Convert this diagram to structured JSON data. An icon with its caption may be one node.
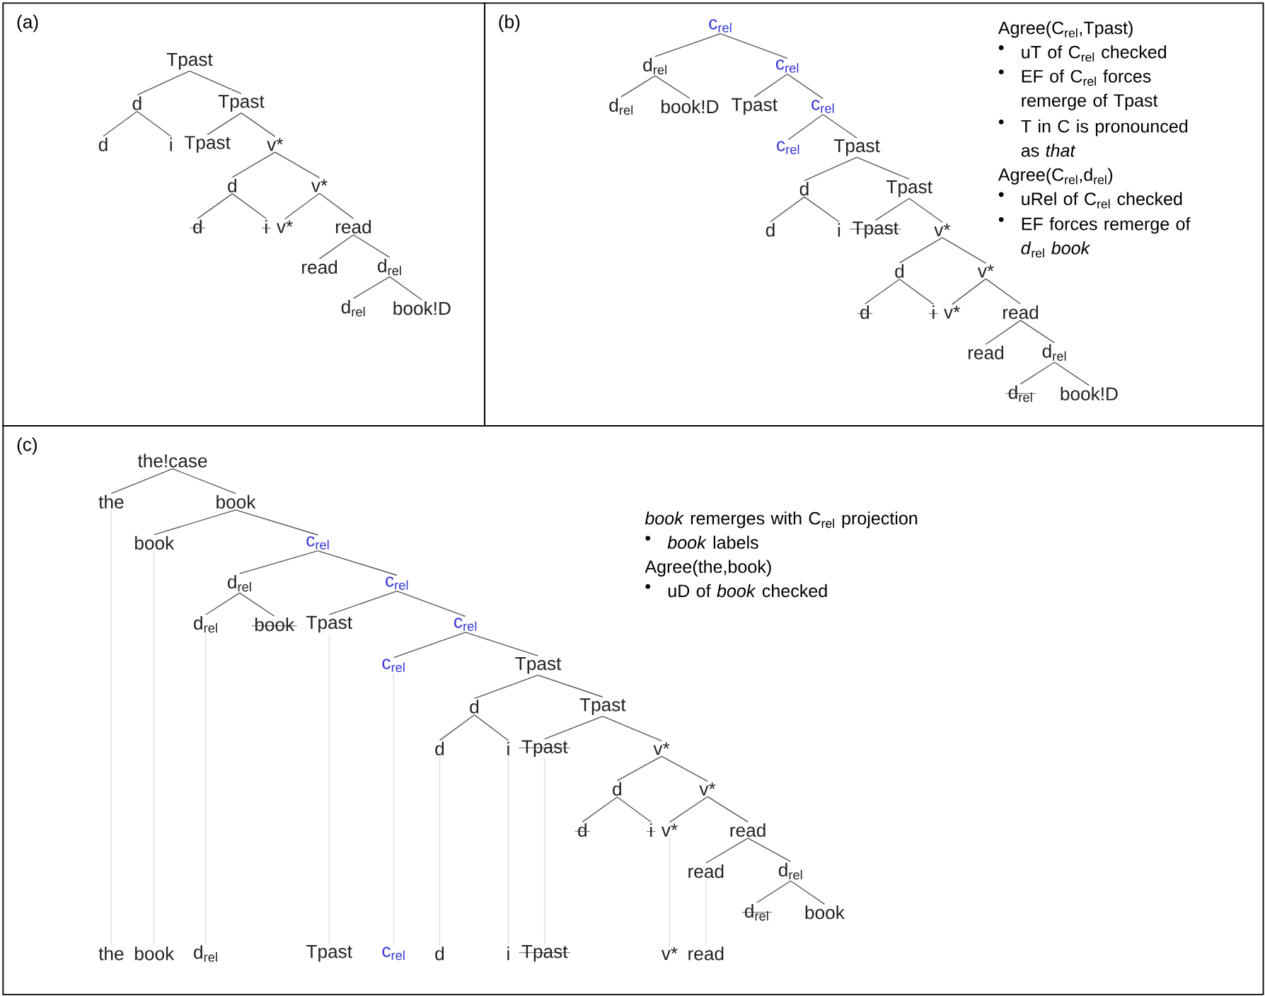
{
  "diagram": {
    "nodes": [
      {
        "text": [
          "(a)"
        ]
      },
      {
        "text": [
          "Tpast"
        ],
        "in": 0
      },
      {
        "text": [
          "d"
        ],
        "in": 0
      },
      {
        "text": [
          "Tpast"
        ],
        "in": 0
      },
      {
        "text": [
          "d"
        ],
        "in": 0
      },
      {
        "text": [
          "i"
        ],
        "in": 0
      },
      {
        "text": [
          "Tpast"
        ],
        "in": 0
      },
      {
        "text": [
          "v*"
        ],
        "in": 0
      },
      {
        "text": [
          "d"
        ],
        "in": 0
      },
      {
        "text": [
          "v*"
        ],
        "in": 0
      },
      {
        "text": [
          "d"
        ],
        "in": 0
      },
      {
        "text": [
          "i"
        ],
        "in": 0
      },
      {
        "text": [
          "v*"
        ],
        "in": 0
      },
      {
        "text": [
          "read"
        ],
        "in": 0
      },
      {
        "text": [
          "read"
        ],
        "in": 0
      },
      {
        "text": [
          "d$_{rel}$"
        ],
        "in": 0
      },
      {
        "text": [
          "d$_{rel}$"
        ],
        "in": 0
      },
      {
        "text": [
          "book!D"
        ],
        "in": 0
      },
      {
        "text": [
          "(b)"
        ]
      },
      {
        "text": [
          "c$_{rel}$"
        ],
        "in": 18
      },
      {
        "text": [
          "d$_{rel}$"
        ],
        "in": 18
      },
      {
        "text": [
          "c$_{rel}$"
        ],
        "in": 18
      },
      {
        "text": [
          "d$_{rel}$"
        ],
        "in": 18
      },
      {
        "text": [
          "book!D"
        ],
        "in": 18
      },
      {
        "text": [
          "Tpast"
        ],
        "in": 18
      },
      {
        "text": [
          "c$_{rel}$"
        ],
        "in": 18
      },
      {
        "text": [
          "c$_{rel}$"
        ],
        "in": 18
      },
      {
        "text": [
          "Tpast"
        ],
        "in": 18
      },
      {
        "text": [
          "d"
        ],
        "in": 18
      },
      {
        "text": [
          "Tpast"
        ],
        "in": 18
      },
      {
        "text": [
          "d"
        ],
        "in": 18
      },
      {
        "text": [
          "i"
        ],
        "in": 18
      },
      {
        "text": [
          "Tpast"
        ],
        "in": 18
      },
      {
        "text": [
          "v*"
        ],
        "in": 18
      },
      {
        "text": [
          "d"
        ],
        "in": 18
      },
      {
        "text": [
          "v*"
        ],
        "in": 18
      },
      {
        "text": [
          "d"
        ],
        "in": 18
      },
      {
        "text": [
          "i"
        ],
        "in": 18
      },
      {
        "text": [
          "v*"
        ],
        "in": 18
      },
      {
        "text": [
          "read"
        ],
        "in": 18
      },
      {
        "text": [
          "read"
        ],
        "in": 18
      },
      {
        "text": [
          "d$_{rel}$"
        ],
        "in": 18
      },
      {
        "text": [
          "d$_{rel}$"
        ],
        "in": 18
      },
      {
        "text": [
          "book!D"
        ],
        "in": 18
      },
      {
        "text": [
          "(c)"
        ]
      },
      {
        "text": [
          "the!case"
        ],
        "in": 44
      },
      {
        "text": [
          "the"
        ],
        "in": 44
      },
      {
        "text": [
          "book"
        ],
        "in": 44
      },
      {
        "text": [
          "book"
        ],
        "in": 44
      },
      {
        "text": [
          "c$_{rel}$"
        ],
        "in": 44
      },
      {
        "text": [
          "d$_{rel}$"
        ],
        "in": 44
      },
      {
        "text": [
          "c$_{rel}$"
        ],
        "in": 44
      },
      {
        "text": [
          "d$_{rel}$"
        ],
        "in": 44
      },
      {
        "text": [
          "book"
        ],
        "in": 44
      },
      {
        "text": [
          "Tpast"
        ],
        "in": 44
      },
      {
        "text": [
          "c$_{rel}$"
        ],
        "in": 44
      },
      {
        "text": [
          "c$_{rel}$"
        ],
        "in": 44
      },
      {
        "text": [
          "Tpast"
        ],
        "in": 44
      },
      {
        "text": [
          "d"
        ],
        "in": 44
      },
      {
        "text": [
          "Tpast"
        ],
        "in": 44
      },
      {
        "text": [
          "d"
        ],
        "in": 44
      },
      {
        "text": [
          "i"
        ],
        "in": 44
      },
      {
        "text": [
          "Tpast"
        ],
        "in": 44
      },
      {
        "text": [
          "v*"
        ],
        "in": 44
      },
      {
        "text": [
          "d"
        ],
        "in": 44
      },
      {
        "text": [
          "v*"
        ],
        "in": 44
      },
      {
        "text": [
          "d"
        ],
        "in": 44
      },
      {
        "text": [
          "i"
        ],
        "in": 44
      },
      {
        "text": [
          "v*"
        ],
        "in": 44
      },
      {
        "text": [
          "read"
        ],
        "in": 44
      },
      {
        "text": [
          "read"
        ],
        "in": 44
      },
      {
        "text": [
          "d$_{rel}$"
        ],
        "in": 44
      },
      {
        "text": [
          "d$_{rel}$"
        ],
        "in": 44
      },
      {
        "text": [
          "book"
        ],
        "in": 44
      },
      {
        "text": [
          "the"
        ],
        "in": 44
      },
      {
        "text": [
          "book"
        ],
        "in": 44
      },
      {
        "text": [
          "d$_{rel}$"
        ],
        "in": 44
      },
      {
        "text": [
          "Tpast"
        ],
        "in": 44
      },
      {
        "text": [
          "c$_{rel}$"
        ],
        "in": 44
      },
      {
        "text": [
          "d"
        ],
        "in": 44
      },
      {
        "text": [
          "i"
        ],
        "in": 44
      },
      {
        "text": [
          "Tpast"
        ],
        "in": 44
      },
      {
        "text": [
          "v*"
        ],
        "in": 44
      },
      {
        "text": [
          "read"
        ],
        "in": 44
      }
    ],
    "edges": [
      {
        "from": 1,
        "to": 2,
        "arrow": "none"
      },
      {
        "from": 1,
        "to": 3,
        "arrow": "none"
      },
      {
        "from": 2,
        "to": 4,
        "arrow": "none"
      },
      {
        "from": 2,
        "to": 5,
        "arrow": "none"
      },
      {
        "from": 3,
        "to": 6,
        "arrow": "none"
      },
      {
        "from": 3,
        "to": 7,
        "arrow": "none"
      },
      {
        "from": 7,
        "to": 8,
        "arrow": "none"
      },
      {
        "from": 7,
        "to": 9,
        "arrow": "none"
      },
      {
        "from": 8,
        "to": 10,
        "arrow": "none"
      },
      {
        "from": 8,
        "to": 11,
        "arrow": "none"
      },
      {
        "from": 9,
        "to": 12,
        "arrow": "none"
      },
      {
        "from": 9,
        "to": 13,
        "arrow": "none"
      },
      {
        "from": 13,
        "to": 14,
        "arrow": "none"
      },
      {
        "from": 13,
        "to": 15,
        "arrow": "none"
      },
      {
        "from": 15,
        "to": 16,
        "arrow": "none"
      },
      {
        "from": 15,
        "to": 17,
        "arrow": "none"
      },
      {
        "from": 19,
        "to": 20,
        "arrow": "none"
      },
      {
        "from": 19,
        "to": 21,
        "arrow": "none"
      },
      {
        "from": 20,
        "to": 22,
        "arrow": "none"
      },
      {
        "from": 20,
        "to": 23,
        "arrow": "none"
      },
      {
        "from": 21,
        "to": 24,
        "arrow": "none"
      },
      {
        "from": 21,
        "to": 25,
        "arrow": "none"
      },
      {
        "from": 25,
        "to": 26,
        "arrow": "none"
      },
      {
        "from": 25,
        "to": 27,
        "arrow": "none"
      },
      {
        "from": 27,
        "to": 28,
        "arrow": "none"
      },
      {
        "from": 27,
        "to": 29,
        "arrow": "none"
      },
      {
        "from": 28,
        "to": 30,
        "arrow": "none"
      },
      {
        "from": 28,
        "to": 31,
        "arrow": "none"
      },
      {
        "from": 29,
        "to": 32,
        "arrow": "none"
      },
      {
        "from": 29,
        "to": 33,
        "arrow": "none"
      },
      {
        "from": 33,
        "to": 34,
        "arrow": "none"
      },
      {
        "from": 33,
        "to": 35,
        "arrow": "none"
      },
      {
        "from": 34,
        "to": 36,
        "arrow": "none"
      },
      {
        "from": 34,
        "to": 37,
        "arrow": "none"
      },
      {
        "from": 35,
        "to": 38,
        "arrow": "none"
      },
      {
        "from": 35,
        "to": 39,
        "arrow": "none"
      },
      {
        "from": 39,
        "to": 40,
        "arrow": "none"
      },
      {
        "from": 39,
        "to": 41,
        "arrow": "none"
      },
      {
        "from": 41,
        "to": 42,
        "arrow": "none"
      },
      {
        "from": 41,
        "to": 43,
        "arrow": "none"
      },
      {
        "from": 45,
        "to": 46,
        "arrow": "none"
      },
      {
        "from": 45,
        "to": 47,
        "arrow": "none"
      },
      {
        "from": 47,
        "to": 48,
        "arrow": "none"
      },
      {
        "from": 47,
        "to": 49,
        "arrow": "none"
      },
      {
        "from": 49,
        "to": 50,
        "arrow": "none"
      },
      {
        "from": 49,
        "to": 51,
        "arrow": "none"
      },
      {
        "from": 50,
        "to": 52,
        "arrow": "none"
      },
      {
        "from": 50,
        "to": 53,
        "arrow": "none"
      },
      {
        "from": 51,
        "to": 54,
        "arrow": "none"
      },
      {
        "from": 51,
        "to": 55,
        "arrow": "none"
      },
      {
        "from": 55,
        "to": 56,
        "arrow": "none"
      },
      {
        "from": 55,
        "to": 57,
        "arrow": "none"
      },
      {
        "from": 57,
        "to": 58,
        "arrow": "none"
      },
      {
        "from": 57,
        "to": 59,
        "arrow": "none"
      },
      {
        "from": 58,
        "to": 60,
        "arrow": "none"
      },
      {
        "from": 58,
        "to": 61,
        "arrow": "none"
      },
      {
        "from": 59,
        "to": 62,
        "arrow": "none"
      },
      {
        "from": 59,
        "to": 63,
        "arrow": "none"
      },
      {
        "from": 63,
        "to": 64,
        "arrow": "none"
      },
      {
        "from": 63,
        "to": 65,
        "arrow": "none"
      },
      {
        "from": 64,
        "to": 66,
        "arrow": "none"
      },
      {
        "from": 64,
        "to": 67,
        "arrow": "none"
      },
      {
        "from": 65,
        "to": 68,
        "arrow": "none"
      },
      {
        "from": 65,
        "to": 69,
        "arrow": "none"
      },
      {
        "from": 69,
        "to": 70,
        "arrow": "none"
      },
      {
        "from": 69,
        "to": 71,
        "arrow": "none"
      },
      {
        "from": 71,
        "to": 72,
        "arrow": "none"
      },
      {
        "from": 71,
        "to": 73,
        "arrow": "none"
      },
      {
        "from": 46,
        "to": 74,
        "arrow": "none",
        "color": "#dddddd"
      },
      {
        "from": 48,
        "to": 75,
        "arrow": "none",
        "color": "#dddddd"
      },
      {
        "from": 52,
        "to": 76,
        "arrow": "none",
        "color": "#dddddd"
      },
      {
        "from": 54,
        "to": 77,
        "arrow": "none",
        "color": "#dddddd"
      },
      {
        "from": 56,
        "to": 78,
        "arrow": "none",
        "color": "#dddddd"
      },
      {
        "from": 60,
        "to": 79,
        "arrow": "none",
        "color": "#dddddd"
      },
      {
        "from": 61,
        "to": 80,
        "arrow": "none",
        "color": "#dddddd"
      },
      {
        "from": 62,
        "to": 81,
        "arrow": "none",
        "color": "#dddddd"
      },
      {
        "from": 68,
        "to": 82,
        "arrow": "none",
        "color": "#dddddd"
      },
      {
        "from": 70,
        "to": 83,
        "arrow": "none",
        "color": "#dddddd"
      }
    ],
    "labels": [
      "Agree(C$_{rel}$,Tpast)",
      "•",
      "uT of C$_{rel}$ checked",
      "•",
      "EF of C$_{rel}$ forces remerge of Tpast",
      "•",
      "T in C is pronounced as *that*",
      "Agree(C$_{rel}$,d$_{rel}$)",
      "•",
      "uRel of C$_{rel}$ checked",
      "•",
      "EF forces remerge of *d*$_{rel}$ *book*",
      "*book* remerges with C$_{rel}$ projection",
      "•",
      "*book* labels",
      "Agree(the,book)",
      "•",
      "uD of *book* checked"
    ]
  }
}
